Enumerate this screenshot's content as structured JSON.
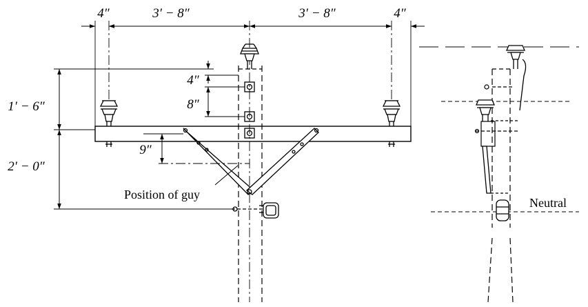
{
  "front_view": {
    "dims": {
      "left_offset": "4″",
      "left_span": "3′ − 8″",
      "right_span": "3′ − 8″",
      "right_offset": "4″",
      "top_drop": "4″",
      "bracket_gap": "8″",
      "upper_height": "1′ − 6″",
      "lower_height": "2′ − 0″",
      "brace_drop": "9″"
    },
    "labels": {
      "guy": "Position of guy"
    }
  },
  "side_view": {
    "labels": {
      "neutral": "Neutral"
    }
  }
}
